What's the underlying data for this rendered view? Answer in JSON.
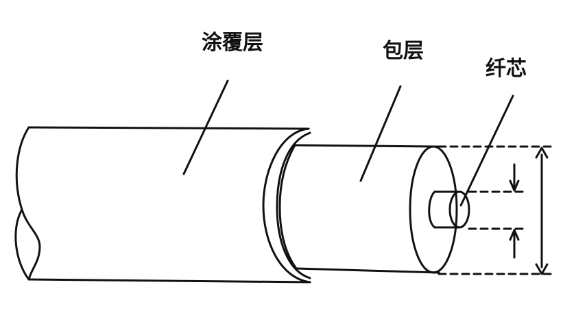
{
  "labels": {
    "coating": "涂覆层",
    "cladding": "包层",
    "core": "纤芯"
  },
  "colors": {
    "ink": "#111111",
    "background": "#ffffff"
  }
}
